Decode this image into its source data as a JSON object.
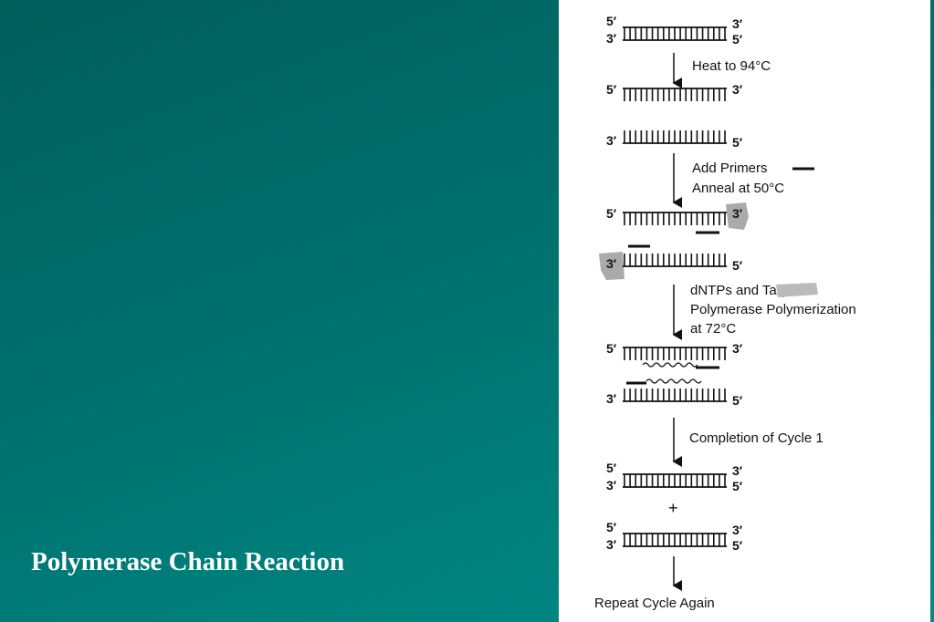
{
  "slide": {
    "title": "Polymerase Chain Reaction"
  },
  "figure": {
    "end_5": "5′",
    "end_3": "3′",
    "steps": {
      "denature": "Heat to 94°C",
      "primers": "Add Primers",
      "anneal": "Anneal at 50°C",
      "extend_line1": "dNTPs and Taq",
      "extend_line2": "Polymerase Polymerization",
      "extend_line3": "at 72°C",
      "complete": "Completion of Cycle 1",
      "plus": "+",
      "repeat": "Repeat Cycle Again"
    }
  }
}
